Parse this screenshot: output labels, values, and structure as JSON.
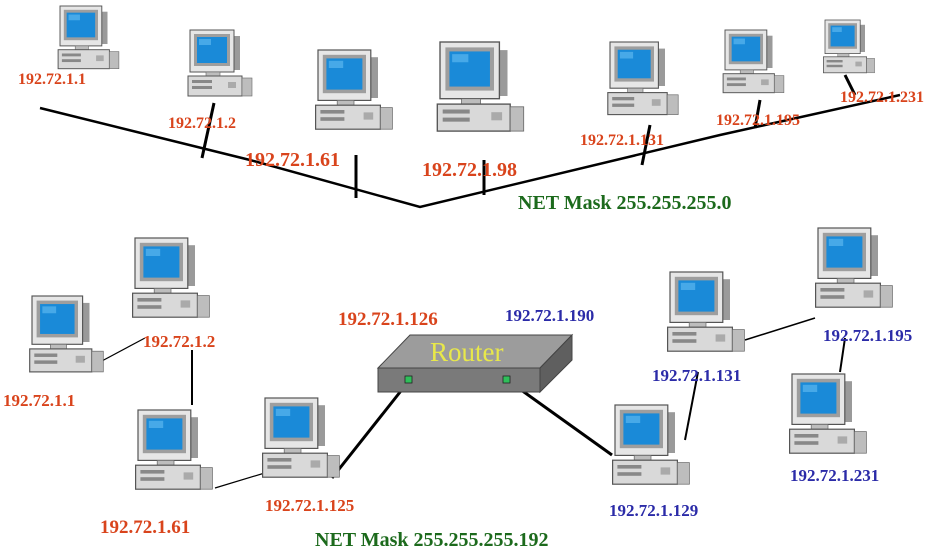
{
  "top_network": {
    "hosts": [
      {
        "ip": "192.72.1.1"
      },
      {
        "ip": "192.72.1.2"
      },
      {
        "ip": "192.72.1.61"
      },
      {
        "ip": "192.72.1.98"
      },
      {
        "ip": "192.72.1.131"
      },
      {
        "ip": "192.72.1.195"
      },
      {
        "ip": "192.72.1.231"
      }
    ],
    "mask_label": "NET Mask 255.255.255.0"
  },
  "bottom_network": {
    "left_hosts": [
      {
        "ip": "192.72.1.1"
      },
      {
        "ip": "192.72.1.2"
      },
      {
        "ip": "192.72.1.61"
      },
      {
        "ip": "192.72.1.125"
      }
    ],
    "right_hosts": [
      {
        "ip": "192.72.1.131"
      },
      {
        "ip": "192.72.1.195"
      },
      {
        "ip": "192.72.1.129"
      },
      {
        "ip": "192.72.1.231"
      }
    ],
    "router": {
      "label": "Router",
      "left_port_ip": "192.72.1.126",
      "right_port_ip": "192.72.1.190"
    },
    "mask_label": "NET Mask 255.255.255.192"
  },
  "colors": {
    "left_subnet_text": "#d9441c",
    "right_subnet_text": "#2b2ba8",
    "mask_text": "#1c6a1c",
    "screen": "#1a8ad8",
    "router_body": "#7a7a7a"
  },
  "icons": [
    "desktop-computer-icon",
    "router-icon"
  ]
}
